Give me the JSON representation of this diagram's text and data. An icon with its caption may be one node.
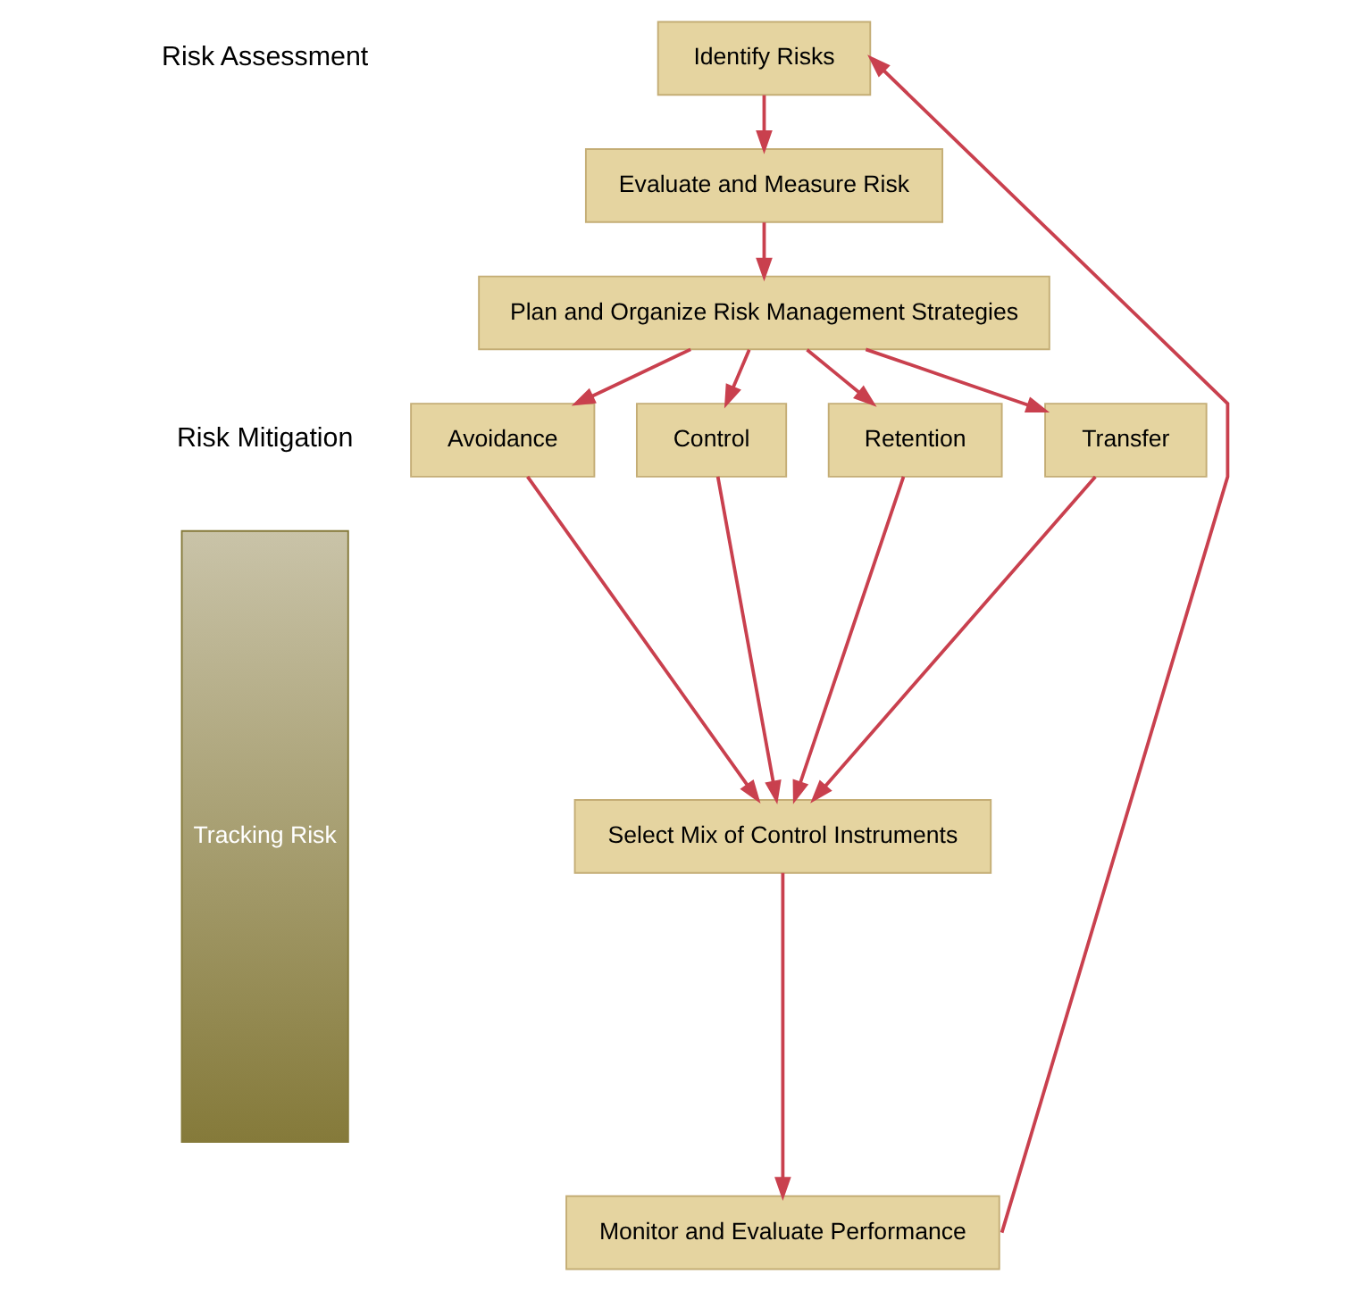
{
  "diagram": {
    "nodes": [
      {
        "text": [
          "Identify Risks"
        ]
      },
      {
        "text": [
          "Evaluate and Measure Risk"
        ]
      },
      {
        "text": [
          "Plan and Organize Risk Management Strategies"
        ]
      },
      {
        "text": [
          "Avoidance"
        ]
      },
      {
        "text": [
          "Control"
        ]
      },
      {
        "text": [
          "Retention"
        ]
      },
      {
        "text": [
          "Transfer"
        ]
      },
      {
        "text": [
          "Select Mix of Control Instruments"
        ]
      },
      {
        "text": [
          "Monitor and Evaluate Performance"
        ]
      },
      {
        "text": [
          "Tracking Risk"
        ]
      }
    ],
    "edges": [
      {
        "from": 0,
        "to": 1,
        "arrow": "to"
      },
      {
        "from": 1,
        "to": 2,
        "arrow": "to"
      },
      {
        "from": 2,
        "to": 3,
        "arrow": "to"
      },
      {
        "from": 2,
        "to": 4,
        "arrow": "to"
      },
      {
        "from": 2,
        "to": 5,
        "arrow": "to"
      },
      {
        "from": 2,
        "to": 6,
        "arrow": "to"
      },
      {
        "from": 3,
        "to": 7,
        "arrow": "to"
      },
      {
        "from": 4,
        "to": 7,
        "arrow": "to"
      },
      {
        "from": 5,
        "to": 7,
        "arrow": "to"
      },
      {
        "from": 6,
        "to": 7,
        "arrow": "to"
      },
      {
        "from": 7,
        "to": 8,
        "arrow": "to"
      },
      {
        "from": 8,
        "to": 0,
        "arrow": "to"
      }
    ],
    "labels": [
      "Risk Assessment",
      "Risk Mitigation"
    ]
  }
}
